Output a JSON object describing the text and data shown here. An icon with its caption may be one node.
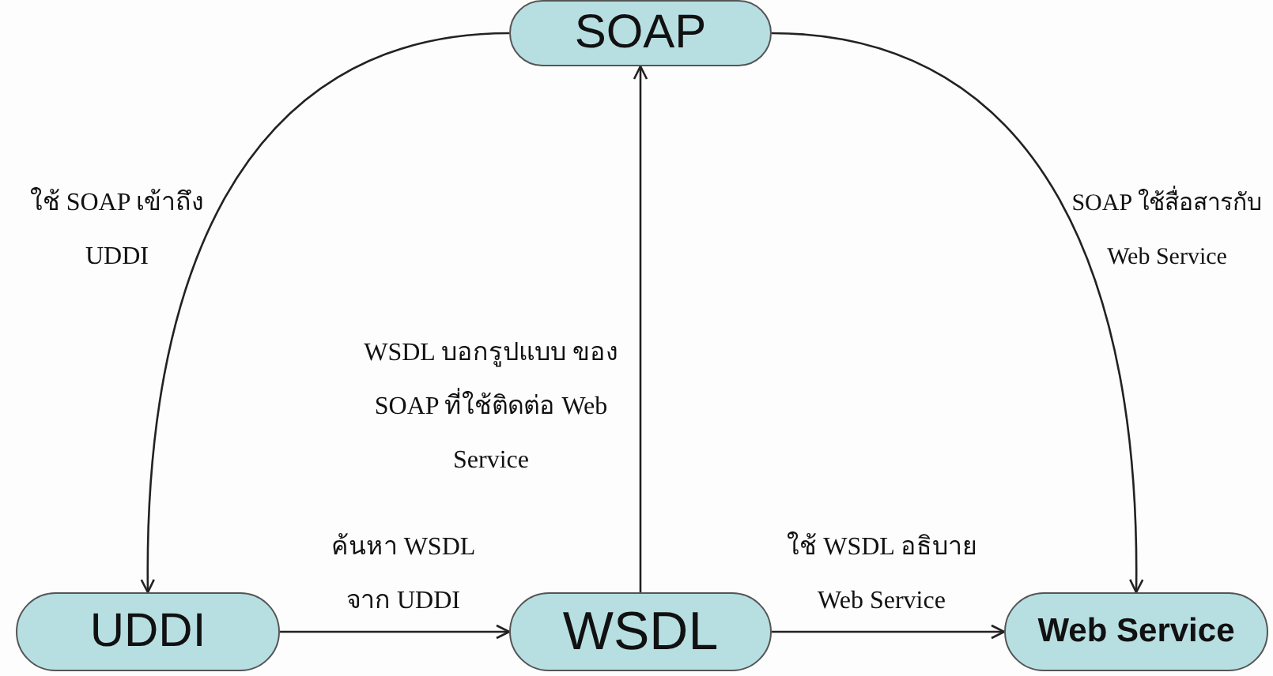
{
  "diagram": {
    "nodes": [
      {
        "text": [
          "SOAP"
        ]
      },
      {
        "text": [
          "UDDI"
        ]
      },
      {
        "text": [
          "WSDL"
        ]
      },
      {
        "text": [
          "Web Service"
        ]
      }
    ],
    "edges": [
      {
        "from": 0,
        "to": 1,
        "arrow": "to",
        "label": "ใช้ SOAP เข้าถึง UDDI"
      },
      {
        "from": 1,
        "to": 2,
        "arrow": "to",
        "label": "ค้นหา WSDL จาก UDDI"
      },
      {
        "from": 2,
        "to": 0,
        "arrow": "to",
        "label": "WSDL บอกรูปแบบ ของ SOAP ที่ใช้ติดต่อ Web Service"
      },
      {
        "from": 2,
        "to": 3,
        "arrow": "to",
        "label": "ใช้ WSDL อธิบาย Web Service"
      },
      {
        "from": 0,
        "to": 3,
        "arrow": "to",
        "label": "SOAP ใช้สื่อสารกับ Web Service"
      }
    ]
  }
}
